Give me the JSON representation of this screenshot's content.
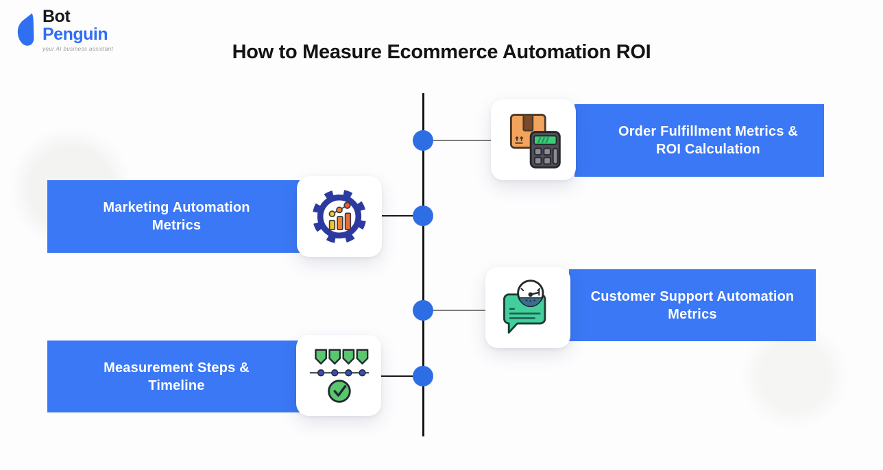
{
  "logo": {
    "bot": "Bot",
    "penguin": "Penguin",
    "tagline": "your AI business assistant"
  },
  "title": "How to Measure Ecommerce Automation ROI",
  "colors": {
    "bar_blue": "#3b78f5",
    "node_blue": "#2d6ee4",
    "spine_black": "#141414",
    "connector_gray": "#7c7c7c",
    "logo_blue": "#2f6ff2"
  },
  "timeline": {
    "items": [
      {
        "side": "right",
        "label_line1": "Order Fulfillment Metrics &",
        "label_line2": "ROI Calculation",
        "icon": "package-calculator-icon"
      },
      {
        "side": "left",
        "label_line1": "Marketing Automation",
        "label_line2": "Metrics",
        "icon": "gear-chart-icon"
      },
      {
        "side": "right",
        "label_line1": "Customer Support Automation",
        "label_line2": "Metrics",
        "icon": "gauge-chat-icon"
      },
      {
        "side": "left",
        "label_line1": "Measurement Steps &",
        "label_line2": "Timeline",
        "icon": "steps-checklist-icon"
      }
    ]
  }
}
